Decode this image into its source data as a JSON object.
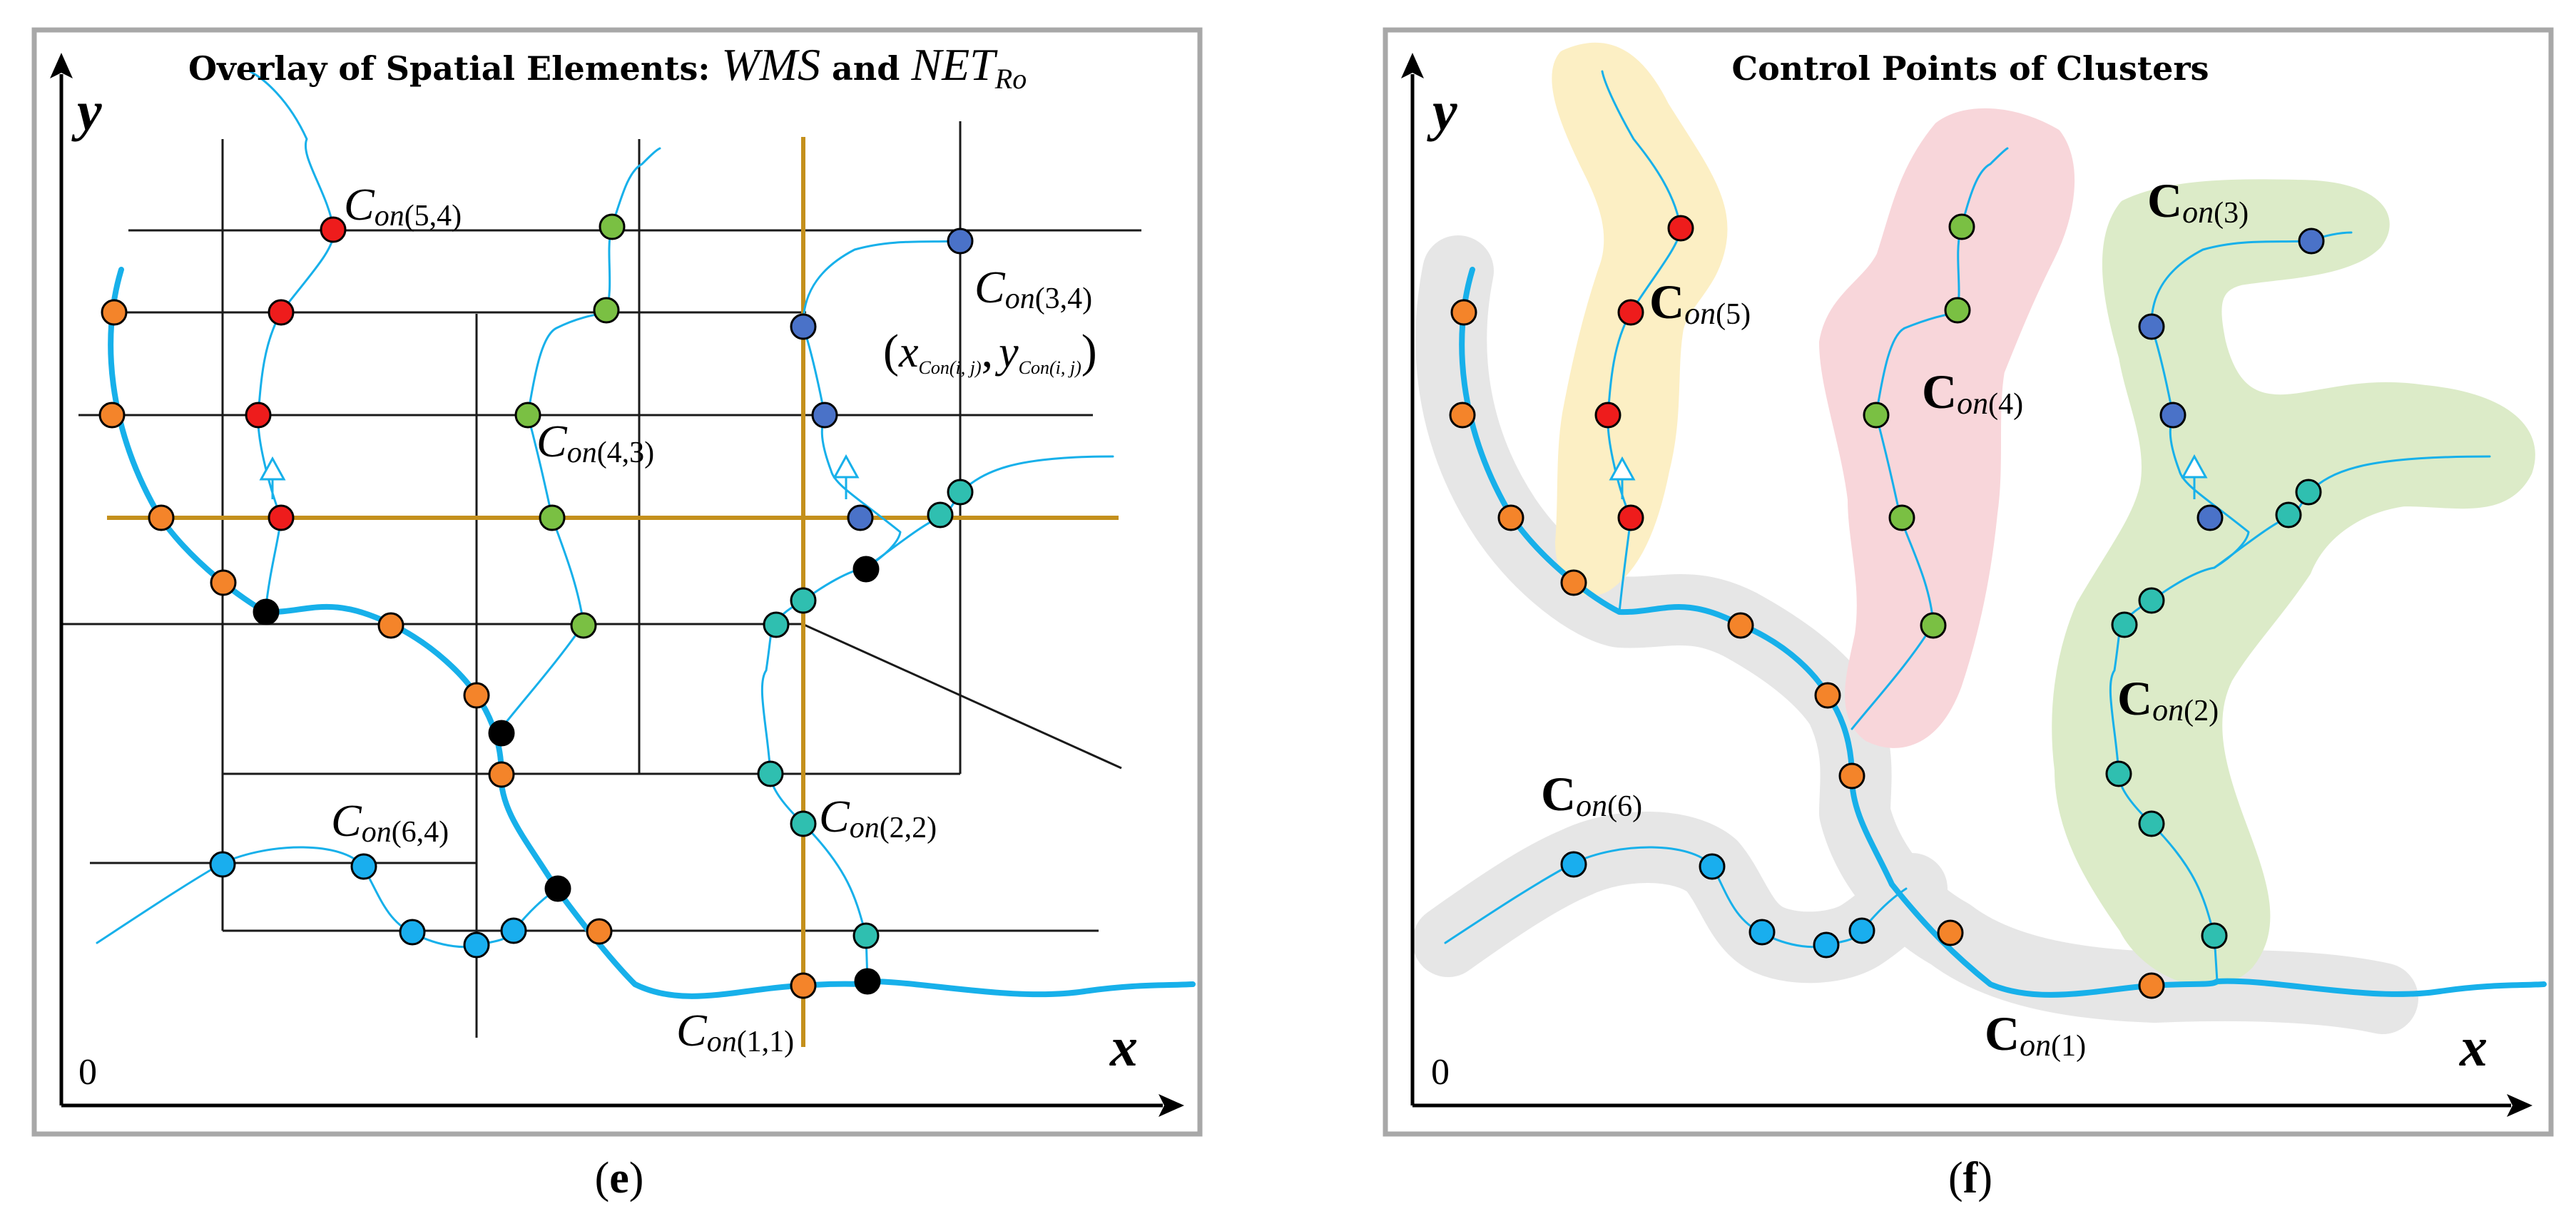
{
  "panel_e": {
    "title_prefix": "Overlay of Spatial Elements: ",
    "title_wms": "WMS",
    "title_and": " and ",
    "title_net": "NET",
    "title_net_sub": "Ro",
    "y_label": "y",
    "x_label": "x",
    "origin": "0",
    "caption_open": "(",
    "caption_letter": "e",
    "caption_close": ")",
    "labels": [
      {
        "id": "c54",
        "main": "C",
        "sub": "on",
        "idx": "(5,4)"
      },
      {
        "id": "c34",
        "main": "C",
        "sub": "on",
        "idx": "(3,4)"
      },
      {
        "id": "c43",
        "main": "C",
        "sub": "on",
        "idx": "(4,3)"
      },
      {
        "id": "c64",
        "main": "C",
        "sub": "on",
        "idx": "(6,4)"
      },
      {
        "id": "c22",
        "main": "C",
        "sub": "on",
        "idx": "(2,2)"
      },
      {
        "id": "c11",
        "main": "C",
        "sub": "on",
        "idx": "(1,1)"
      }
    ],
    "coord_open": "(",
    "coord_x": "x",
    "coord_comma": ",",
    "coord_y": "y",
    "coord_close": ")",
    "coord_sub": "Con(i, j)"
  },
  "panel_f": {
    "title": "Control Points of Clusters",
    "y_label": "y",
    "x_label": "x",
    "origin": "0",
    "caption_open": "(",
    "caption_letter": "f",
    "caption_close": ")",
    "labels": [
      {
        "id": "f5",
        "main": "C",
        "sub": "on",
        "idx": "(5)"
      },
      {
        "id": "f4",
        "main": "C",
        "sub": "on",
        "idx": "(4)"
      },
      {
        "id": "f3",
        "main": "C",
        "sub": "on",
        "idx": "(3)"
      },
      {
        "id": "f2",
        "main": "C",
        "sub": "on",
        "idx": "(2)"
      },
      {
        "id": "f6",
        "main": "C",
        "sub": "on",
        "idx": "(6)"
      },
      {
        "id": "f1",
        "main": "C",
        "sub": "on",
        "idx": "(1)"
      }
    ]
  },
  "colors": {
    "river": "#17b0ea",
    "grid": "#1a1a1a",
    "highlight_line": "#c4901c",
    "frame": "#a8a8a8",
    "cluster_1": "#f4842a",
    "cluster_2": "#2fbfb0",
    "cluster_3": "#4a72c8",
    "cluster_4": "#7ac043",
    "cluster_5": "#ee1c1c",
    "cluster_6": "#19aeee",
    "junction": "#000000",
    "halo_1": "#e6e6e6",
    "halo_2": "#dcebc8",
    "halo_4": "#f8d6da",
    "halo_5": "#fcefc4",
    "halo_6": "#e6e6e6"
  }
}
